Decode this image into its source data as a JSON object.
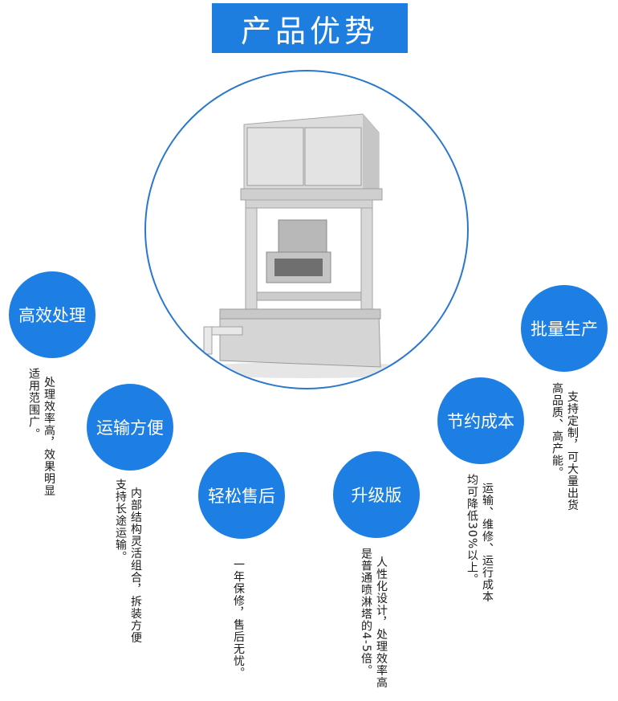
{
  "title": "产品优势",
  "features": [
    {
      "label": "高效处理",
      "desc": [
        "处理效率高，效果明显",
        "适用范围广。"
      ]
    },
    {
      "label": "运输方便",
      "desc": [
        "内部结构灵活组合，拆装方便",
        "支持长途运输。"
      ]
    },
    {
      "label": "轻松售后",
      "desc": [
        "一年保修，售后无忧。"
      ]
    },
    {
      "label": "升级版",
      "desc": [
        "人性化设计，处理效率高",
        "是普通喷淋塔的4-5倍。"
      ]
    },
    {
      "label": "节约成本",
      "desc": [
        "运输、维修、运行成本",
        "均可降低30%以上。"
      ]
    },
    {
      "label": "批量生产",
      "desc": [
        "支持定制，可大量出货",
        "高品质、高产能。"
      ]
    }
  ]
}
